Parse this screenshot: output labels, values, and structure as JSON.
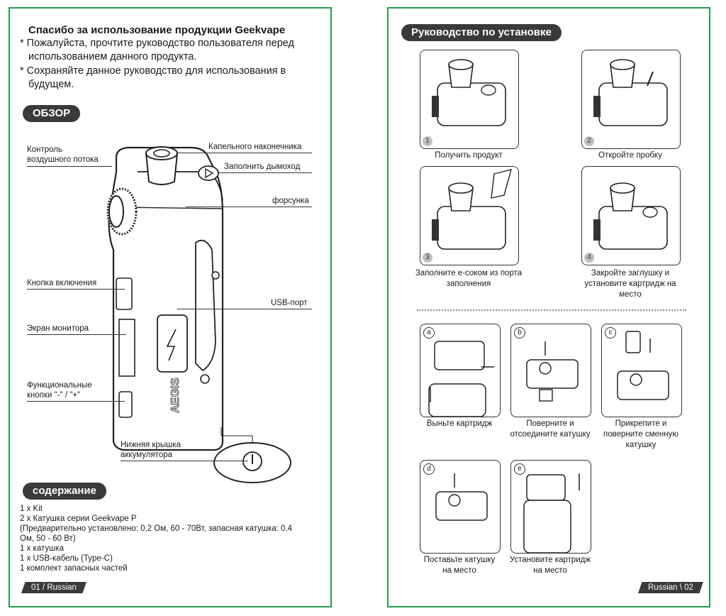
{
  "left": {
    "heading": "Спасибо за использование продукции Geekvape",
    "note1": "* Пожалуйста, прочтите руководство пользователя перед",
    "note1b": "использованием данного продукта.",
    "note2": "* Сохраняйте данное руководство для использования в",
    "note2b": "будущем.",
    "overview_label": "ОБЗОР",
    "callouts": {
      "airflow1": "Контроль",
      "airflow2": "воздушного потока",
      "drip_tip": "Капельного наконечника",
      "fill_chimney": "Заполнить дымоход",
      "nozzle": "форсунка",
      "power_button": "Кнопка включения",
      "usb_port": "USB-порт",
      "screen": "Экран монитора",
      "func1": "Функциональные",
      "func2": "кнопки \"-\" / \"+\"",
      "battery1": "Нижняя крышка",
      "battery2": "аккумулятора"
    },
    "brand_on_device": "AEGIS",
    "contents_label": "содержание",
    "contents": [
      "1 x Kit",
      "2 x Катушка серии Geekvape P",
      "(Предварительно установлено: 0,2 Ом, 60 - 70Вт, запасная катушка: 0,4",
      "Ом, 50 - 60 Вт)",
      "1 x катушка",
      "1 x USB-кабель (Type-C)",
      "1 комплект запасных частей"
    ],
    "footer": "01 / Russian"
  },
  "right": {
    "guide_label": "Руководство по установке",
    "steps": [
      {
        "num": "1",
        "caption1": "Получить продукт",
        "caption2": "",
        "caption3": ""
      },
      {
        "num": "2",
        "caption1": "Откройте пробку",
        "caption2": "",
        "caption3": ""
      },
      {
        "num": "3",
        "caption1": "Заполните е-соком из порта",
        "caption2": "заполнения",
        "caption3": ""
      },
      {
        "num": "4",
        "caption1": "Закройте заглушку и",
        "caption2": "установите картридж на",
        "caption3": "место"
      }
    ],
    "substeps": [
      {
        "letter": "a",
        "caption1": "Выньте картридж",
        "caption2": "",
        "caption3": ""
      },
      {
        "letter": "b",
        "caption1": "Поверните и",
        "caption2": "отсоедините катушку",
        "caption3": ""
      },
      {
        "letter": "c",
        "caption1": "Прикрепите и",
        "caption2": "поверните сменную",
        "caption3": "катушку"
      },
      {
        "letter": "d",
        "caption1": "Поставьте катушку",
        "caption2": "на место",
        "caption3": ""
      },
      {
        "letter": "e",
        "caption1": "Установите картридж",
        "caption2": "на место",
        "caption3": ""
      }
    ],
    "footer": "Russian \\ 02"
  },
  "colors": {
    "border": "#22a04b",
    "pill": "#3a3a3a"
  }
}
